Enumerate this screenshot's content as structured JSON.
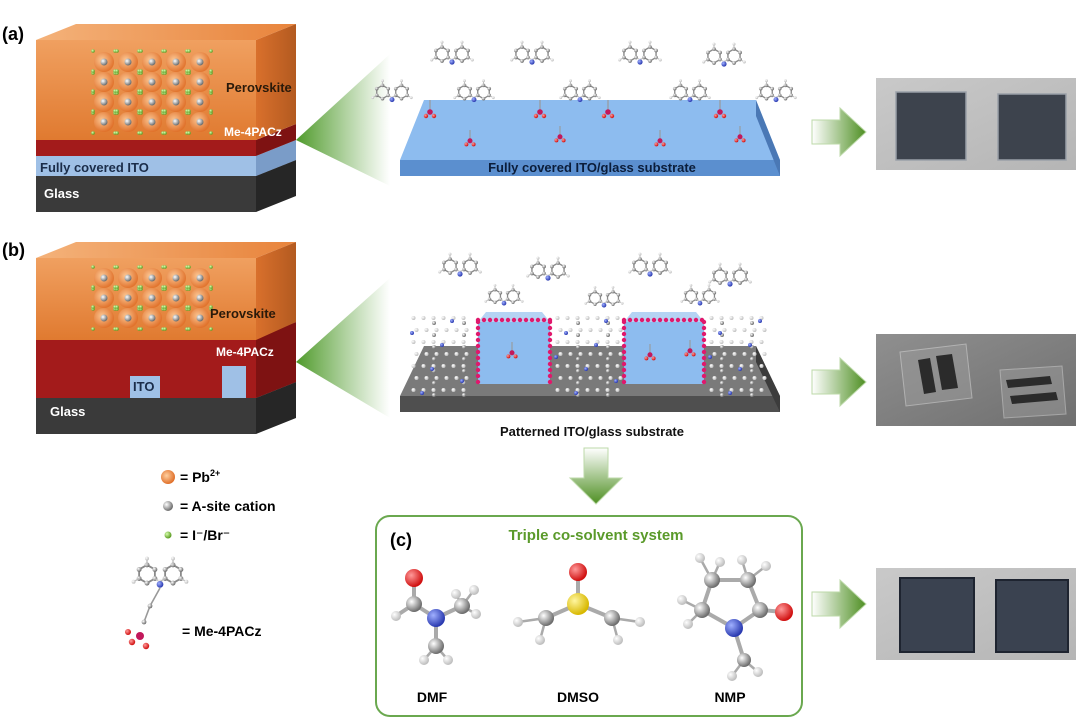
{
  "panels": {
    "a": {
      "tag": "(a)",
      "layers": {
        "perovskite": "Perovskite",
        "sam": "Me-4PACz",
        "ito": "Fully covered ITO",
        "glass": "Glass"
      },
      "substrate_caption": "Fully covered ITO/glass substrate"
    },
    "b": {
      "tag": "(b)",
      "layers": {
        "perovskite": "Perovskite",
        "sam": "Me-4PACz",
        "ito": "ITO",
        "glass": "Glass"
      },
      "substrate_caption": "Patterned ITO/glass substrate"
    },
    "c": {
      "tag": "(c)",
      "title": "Triple co-solvent system",
      "solvents": [
        "DMF",
        "DMSO",
        "NMP"
      ]
    }
  },
  "legend": {
    "pb": {
      "label": "= Pb",
      "sup": "2+"
    },
    "a_site": {
      "label": "= A-site cation"
    },
    "halide": {
      "label": "= I⁻/Br⁻"
    },
    "molecule": {
      "label": "= Me-4PACz"
    }
  },
  "colors": {
    "perovskite": "#e8843c",
    "sam": "#a31b1b",
    "ito": "#9fc0e6",
    "glass": "#3a3a3a",
    "arrow": "#5a9a2a",
    "panel_c_border": "#6aa84f",
    "panel_c_title": "#5a9a2a",
    "substrate_blue": "#7fb0e6",
    "substrate_gray": "#6f6f6f"
  },
  "icons": [
    "green-arrow-icon",
    "dmf-molecule-icon",
    "dmso-molecule-icon",
    "nmp-molecule-icon",
    "me-4pacz-molecule-icon"
  ]
}
